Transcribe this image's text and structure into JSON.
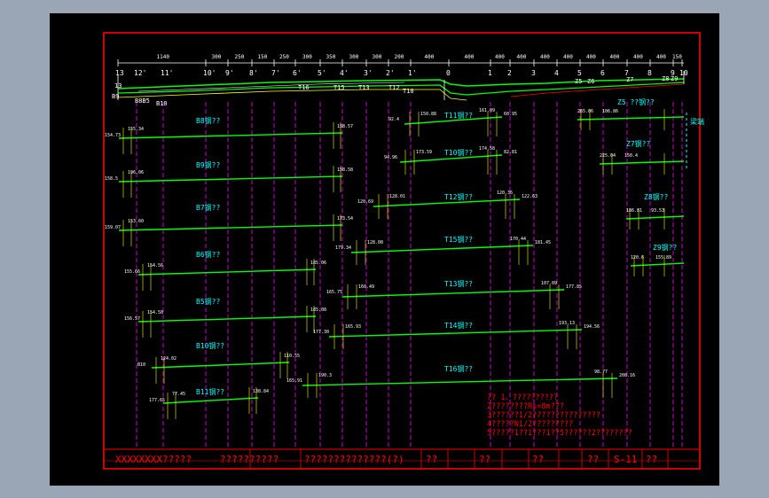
{
  "top_dims": [
    "1140",
    "300",
    "250",
    "150",
    "250",
    "300",
    "350",
    "300",
    "300",
    "200",
    "400",
    "400",
    "400",
    "400",
    "400",
    "400",
    "400",
    "400",
    "400",
    "400",
    "150"
  ],
  "axis_numbers": [
    "13",
    "12'",
    "11'",
    "10'",
    "9'",
    "8'",
    "7'",
    "6'",
    "5'",
    "4'",
    "3'",
    "2'",
    "1'",
    "0",
    "1",
    "2",
    "3",
    "4",
    "5",
    "6",
    "7",
    "8",
    "9",
    "10"
  ],
  "profile_labels": {
    "l13": "13",
    "b9": "B9",
    "b8b5": "B8B5",
    "b10": "B10",
    "t16": "T16",
    "t15": "T15",
    "t13": "T13",
    "t12": "T12",
    "t10": "T10",
    "z5": "Z5",
    "z6": "Z6",
    "z7": "Z7",
    "z8": "Z8",
    "z9": "Z9"
  },
  "side_text": "梁端",
  "beams": [
    {
      "name": "B8钢??",
      "left": "154.73",
      "dims": "155.34",
      "right": "158.57"
    },
    {
      "name": "B9钢??",
      "left": "158.5",
      "dims": "196.06",
      "right": "158.58"
    },
    {
      "name": "B7钢??",
      "left": "159.07",
      "dims": "153.60",
      "right": "173.54"
    },
    {
      "name": "B6钢??",
      "left": "155.66",
      "dims": "154.56",
      "right": "185.06"
    },
    {
      "name": "B5钢??",
      "left": "156.57",
      "dims": "154.58",
      "right": "185.08"
    },
    {
      "name": "B10钢??",
      "left": "B10",
      "dims": "124.02",
      "right": "110.55"
    },
    {
      "name": "B11钢??",
      "left": "177.65",
      "dims": "77.45",
      "right": "138.84"
    }
  ],
  "tbeams": [
    {
      "name": "T11钢??",
      "left": "92.4",
      "mid": "150.88",
      "right": "161.09",
      "far": "60.95"
    },
    {
      "name": "T10钢??",
      "left": "94.96",
      "mid": "173.59",
      "right": "174.58",
      "far": "82.81"
    },
    {
      "name": "T12钢??",
      "left": "120.69",
      "mid": "128.01",
      "right": "120.36",
      "far": "122.63"
    },
    {
      "name": "T15钢??",
      "left": "179.34",
      "mid": "128.08",
      "right": "170.44",
      "far": "181.45"
    },
    {
      "name": "T13钢??",
      "left": "165.75",
      "mid": "160.49",
      "right": "107.09",
      "far": "177.85"
    },
    {
      "name": "T14钢??",
      "left": "177.30",
      "mid": "165.93",
      "right": "193.13",
      "far": "194.56"
    },
    {
      "name": "T16钢??",
      "left": "165.91",
      "mid": "190.3",
      "right": "98.77",
      "far": "208.16"
    }
  ],
  "zbeams": [
    {
      "name": "Z5 ??钢??",
      "left": "265.06",
      "right": "106.86"
    },
    {
      "name": "Z7钢??",
      "left": "225.04",
      "right": "150.4"
    },
    {
      "name": "Z8钢??",
      "left": "186.81",
      "right": "93.53"
    },
    {
      "name": "Z9钢??",
      "left": "120.6",
      "right": "155.89"
    }
  ],
  "notes": [
    "??  1、??????????",
    "    2????????Rs=8m???",
    "    3??????1/2???????????????",
    "    4?????N1/2?????????",
    "    5?????1??1???1??5??????2????????"
  ],
  "title_block": {
    "c1": "XXXXXXXX?????",
    "c2": "??????????",
    "c3": "??????????????(?)",
    "c4": "??",
    "c5": "??",
    "c6": "??",
    "c7": "??",
    "c8": "S-11",
    "c9": "??"
  },
  "colors": {
    "bg": "#000000",
    "frame": "#ff0000",
    "beam": "#00ff00",
    "dim": "#ffff00",
    "label": "#00ffff",
    "axis": "#ff00ff",
    "text_white": "#ffffff"
  }
}
